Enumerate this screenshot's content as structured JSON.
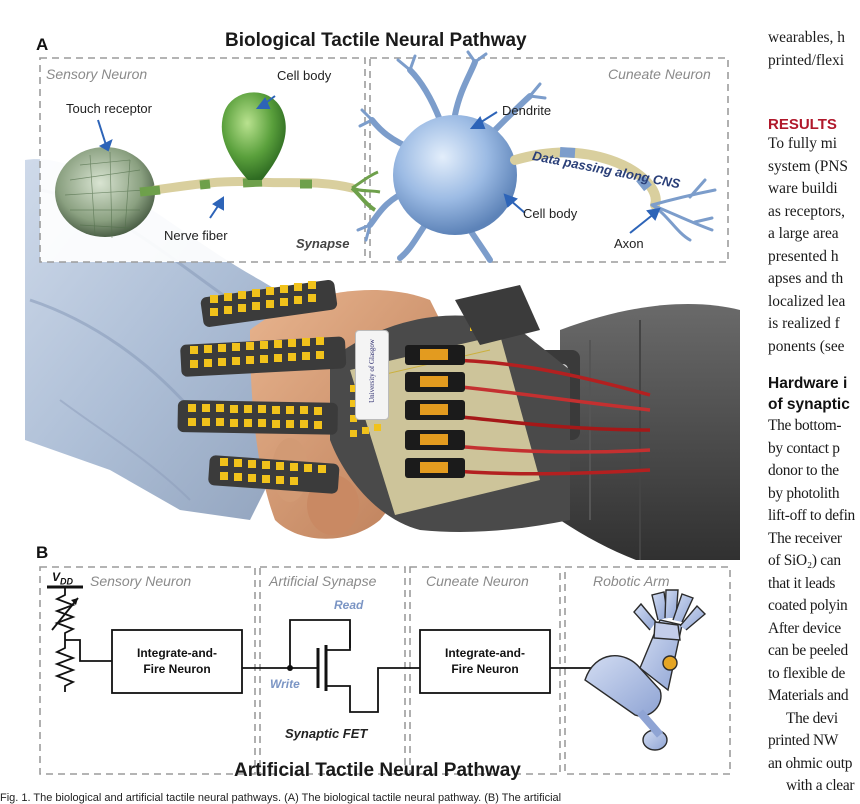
{
  "figure": {
    "panel_a": {
      "letter": "A",
      "title": "Biological Tactile Neural Pathway",
      "sensory_box": "Sensory Neuron",
      "cuneate_box": "Cuneate Neuron",
      "labels": {
        "touch_receptor": "Touch receptor",
        "cell_body_1": "Cell body",
        "nerve_fiber": "Nerve fiber",
        "synapse": "Synapse",
        "dendrite": "Dendrite",
        "data_passing": "Data passing along CNS",
        "cell_body_2": "Cell body",
        "axon": "Axon"
      }
    },
    "photo": {
      "logo_text": "University of Glasgow"
    },
    "panel_b": {
      "letter": "B",
      "title": "Artificial Tactile Neural Pathway",
      "boxes": {
        "sensory": "Sensory Neuron",
        "synapse": "Artificial Synapse",
        "cuneate": "Cuneate Neuron",
        "robotic": "Robotic Arm"
      },
      "vdd": "V",
      "vdd_sub": "DD",
      "neuron_block_1": [
        "Integrate-and-",
        "Fire Neuron"
      ],
      "neuron_block_2": [
        "Integrate-and-",
        "Fire Neuron"
      ],
      "read": "Read",
      "write": "Write",
      "synaptic_fet": "Synaptic FET"
    }
  },
  "text_column": {
    "top_lines": [
      "wearables, h",
      "printed/flexi"
    ],
    "results_heading": "RESULTS",
    "results_lines": [
      "To fully mi",
      "system (PNS",
      "ware buildi",
      "as receptors,",
      "a large area",
      "presented h",
      "apses and th",
      "localized lea",
      "is realized f",
      "ponents (see"
    ],
    "subheading_lines": [
      "Hardware i",
      "of synaptic"
    ],
    "body_lines": [
      "The bottom-",
      "by contact p",
      "donor to the",
      "by photolith",
      "lift-off to defin",
      "The receiver",
      "of SiO₂) can",
      "that it leads",
      "coated polyin",
      "After device",
      "can be peeled",
      "to flexible de",
      "Materials and",
      "The devi",
      "printed NW",
      "an ohmic outp",
      "with a clear"
    ]
  },
  "caption": "Fig. 1. The biological and artificial tactile neural pathways. (A) The biological tactile neural pathway. (B) The artificial"
}
